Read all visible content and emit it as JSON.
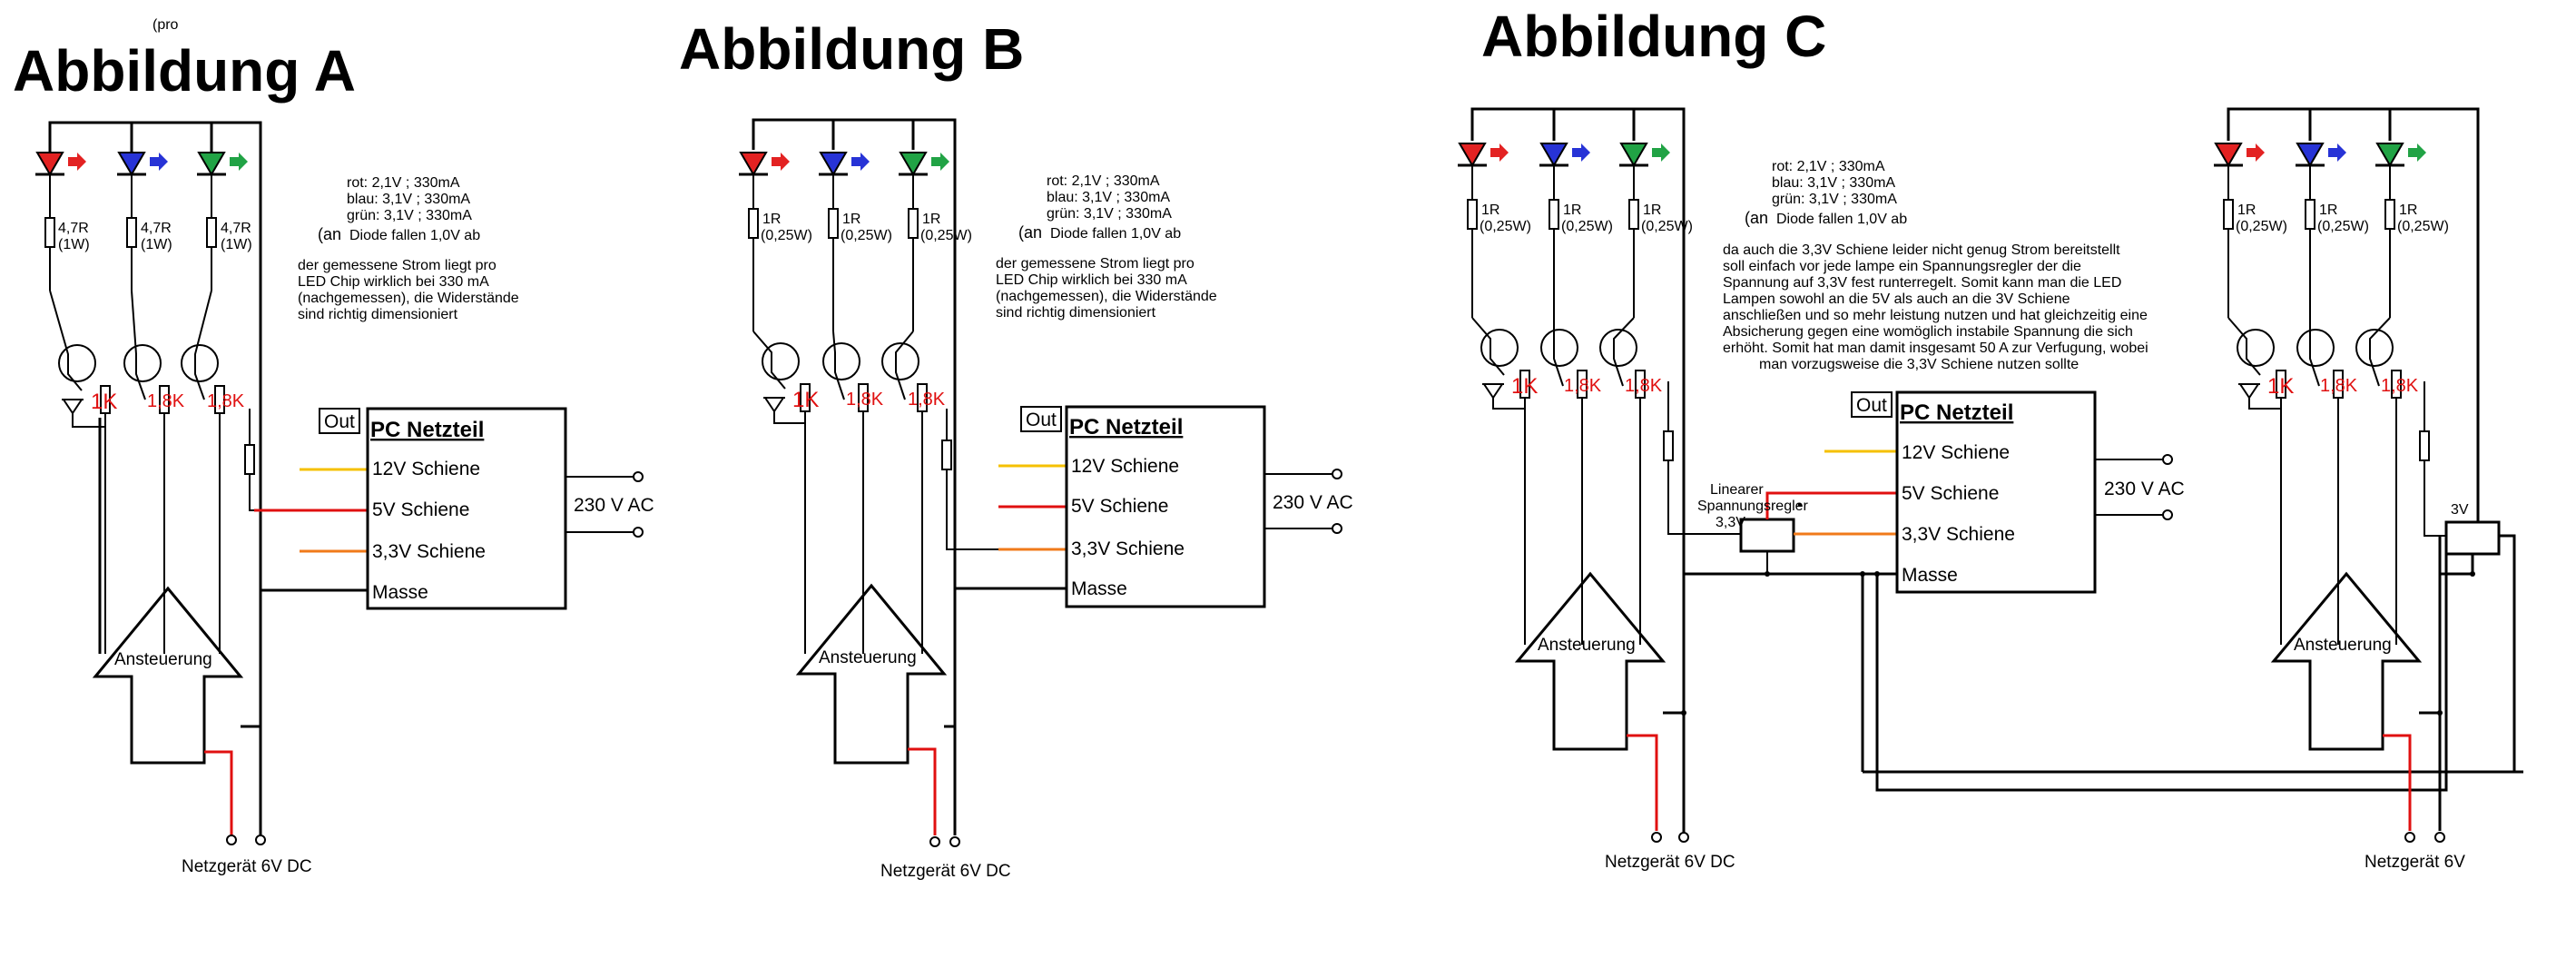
{
  "stray_note": "(pro",
  "colors": {
    "red": "#e32222",
    "blue": "#2733d6",
    "green": "#21a345",
    "yellow": "#f5c000",
    "orange": "#f07a1a",
    "wire_red": "#e01010"
  },
  "legend": {
    "rot": "rot: 2,1V ; 330mA",
    "blau": "blau: 3,1V ; 330mA",
    "gruen": "grün: 3,1V ; 330mA",
    "an": "(an",
    "diode": "Diode fallen 1,0V ab",
    "note_lines": [
      "der gemessene Strom liegt pro",
      "LED Chip wirklich bei 330 mA",
      "(nachgemessen), die Widerstände",
      "sind richtig dimensioniert"
    ]
  },
  "psu": {
    "out": "Out",
    "title": "PC Netzteil",
    "rails": [
      "12V Schiene",
      "5V Schiene",
      "3,3V Schiene",
      "Masse"
    ],
    "ac": "230 V AC"
  },
  "driver": {
    "label": "Ansteuerung"
  },
  "trans_res": [
    "1K",
    "1,8K",
    "1,8K"
  ],
  "fig_a": {
    "title": "Abbildung A",
    "res_val": "4,7R",
    "res_pwr": "(1W)",
    "supply": "Netzgerät 6V DC"
  },
  "fig_b": {
    "title": "Abbildung B",
    "res_val": "1R",
    "res_pwr": "(0,25W)",
    "supply": "Netzgerät 6V DC"
  },
  "fig_c": {
    "title": "Abbildung C",
    "res_val": "1R",
    "res_pwr": "(0,25W)",
    "note_lines": [
      "da auch die 3,3V Schiene leider nicht genug Strom bereitstellt",
      "soll einfach vor jede lampe ein Spannungsregler der die",
      "Spannung auf 3,3V fest runterregelt. Somit kann man die LED",
      "Lampen sowohl an die 5V als auch an die 3V Schiene",
      "anschließen und so mehr leistung nutzen und hat gleichzeitig eine",
      "Absicherung gegen eine womöglich instabile Spannung die sich",
      "erhöht. Somit hat man damit insgesamt 50 A zur Verfugung, wobei",
      "man vorzugsweise die 3,3V Schiene nutzen sollte"
    ],
    "regulator_label_1": "Linearer",
    "regulator_label_2": "Spannungsregler",
    "regulator_label_3": "3,3V",
    "reg2_label": "3V",
    "supply_left": "Netzgerät 6V DC",
    "supply_right": "Netzgerät 6V"
  }
}
